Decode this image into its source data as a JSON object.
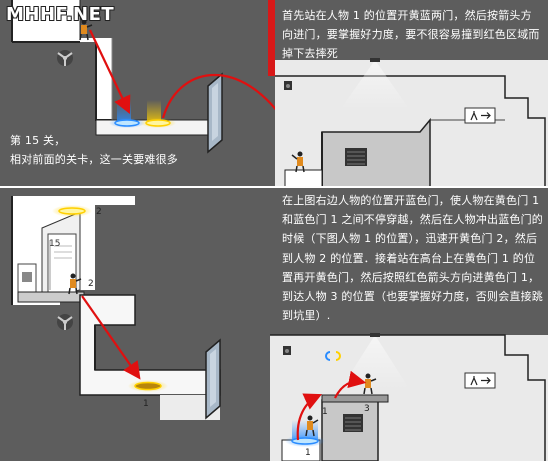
{
  "site": {
    "logo": "MHHF.NET"
  },
  "panel_top": {
    "instruction": "首先站在人物 1 的位置开黄蓝两门，然后按箭头方向进门，要掌握好力度，要不很容易撞到红色区域而掉下去摔死",
    "level_line1": "第 15 关，",
    "level_line2": "相对前面的关卡，这一关要难很多"
  },
  "panel_bottom": {
    "instruction": "在上图右边人物的位置开蓝色门，使人物在黄色门 1 和蓝色门 1 之间不停穿越，然后在人物冲出蓝色门的时候（下图人物 1 的位置），迅速开黄色门 2，然后到人物 2 的位置．接着站在高台上在黄色门 1 的位置再开黄色门，然后按照红色箭头方向进黄色门 1，到达人物 3 的位置（也要掌握好力度，否则会直接跳到坑里）.",
    "door_sign": "15",
    "labels": {
      "portal_yellow_2": "2",
      "figure_2": "2",
      "portal_yellow_1": "1",
      "figure_1_lower": "1",
      "figure_1_upper": "1",
      "figure_3": "3"
    }
  },
  "colors": {
    "portal_blue": "#2a8cff",
    "portal_yellow": "#ffd000",
    "arrow_red": "#e01010",
    "hazard_red": "#d81818",
    "caption_bg": "#5a5a5a"
  }
}
